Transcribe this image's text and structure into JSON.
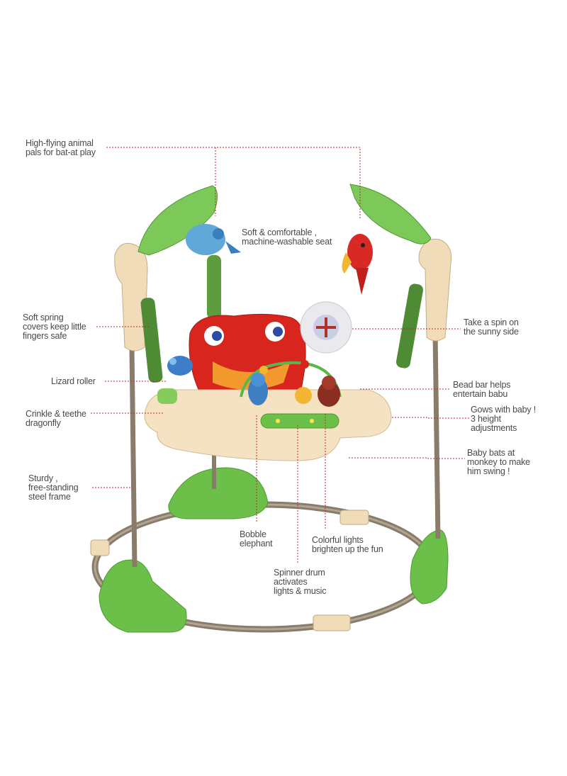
{
  "callouts": {
    "high_flying": "High-flying animal\npals for bat-at play",
    "soft_seat": "Soft & comfortable ,\nmachine-washable seat",
    "soft_spring": "Soft spring\ncovers keep little\nfingers safe",
    "take_spin": "Take a spin on\nthe sunny side",
    "lizard_roller": "Lizard roller",
    "bead_bar": "Bead bar helps\nentertain babu",
    "crinkle": "Crinkle & teethe\ndragonfly",
    "grows": "Gows with baby !\n3 height\nadjustments",
    "baby_bats": "Baby bats at\nmonkey to make\nhim swing !",
    "sturdy": "Sturdy ,\nfree-standing\nsteel frame",
    "bobble": "Bobble\nelephant",
    "colorful": "Colorful lights\nbrighten up the fun",
    "spinner": "Spinner drum\nactivates\nlights & music"
  },
  "colors": {
    "callout_line": "#c2272d",
    "label_text": "#4a4a4a",
    "frame_green": "#6cc04a",
    "seat_red": "#d8261f",
    "tray_cream": "#f4e2c2",
    "frame_pole": "#8a7c6a"
  }
}
